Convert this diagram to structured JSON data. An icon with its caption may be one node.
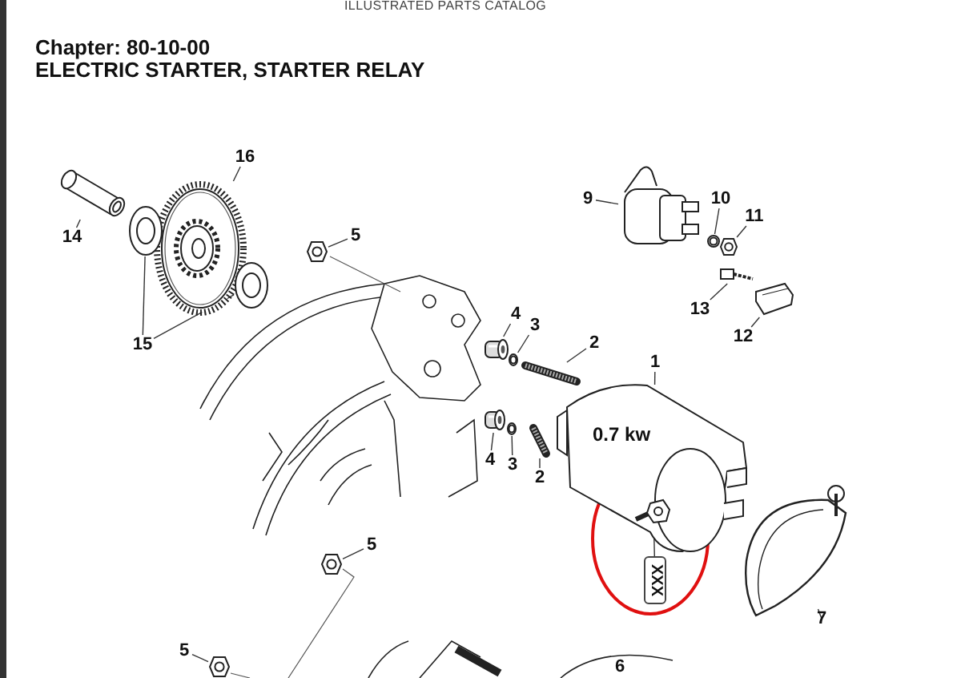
{
  "diagram": {
    "title": "ELECTRIC STARTER, STARTER RELAY",
    "nodes": [
      {
        "text": [
          "16"
        ]
      },
      {
        "text": [],
        "shape": "picture"
      },
      {
        "text": [
          "14"
        ]
      },
      {
        "text": [],
        "shape": "picture"
      },
      {
        "text": [],
        "shape": "picture"
      },
      {
        "text": [],
        "shape": "picture"
      },
      {
        "text": [
          "15"
        ]
      },
      {
        "text": [
          "5"
        ]
      },
      {
        "text": [],
        "shape": "picture"
      },
      {
        "text": [
          "9"
        ]
      },
      {
        "text": [],
        "shape": "picture"
      },
      {
        "text": [
          "10"
        ]
      },
      {
        "text": [],
        "shape": "picture"
      },
      {
        "text": [
          "11"
        ]
      },
      {
        "text": [],
        "shape": "picture"
      },
      {
        "text": [
          "13"
        ]
      },
      {
        "text": [],
        "shape": "picture"
      },
      {
        "text": [
          "12"
        ]
      },
      {
        "text": [],
        "shape": "picture"
      },
      {
        "text": [
          "4"
        ]
      },
      {
        "text": [],
        "shape": "picture"
      },
      {
        "text": [
          "3"
        ]
      },
      {
        "text": [],
        "shape": "picture"
      },
      {
        "text": [
          "2"
        ]
      },
      {
        "text": [],
        "shape": "picture"
      },
      {
        "text": [
          "1"
        ]
      },
      {
        "text": [
          "0.7 kw"
        ]
      },
      {
        "text": [],
        "shape": "picture"
      },
      {
        "text": [],
        "shape": "picture"
      },
      {
        "text": [],
        "shape": "picture"
      },
      {
        "text": [
          "4"
        ]
      },
      {
        "text": [
          "3"
        ]
      },
      {
        "text": [
          "2"
        ]
      },
      {
        "text": [],
        "shape": "picture",
        "in": 26
      },
      {
        "text": [
          "XXX"
        ]
      },
      {
        "text": [],
        "shape": "picture"
      },
      {
        "text": [
          "7"
        ]
      },
      {
        "text": [
          "5"
        ]
      },
      {
        "text": [],
        "shape": "picture"
      },
      {
        "text": [
          "5"
        ]
      },
      {
        "text": [],
        "shape": "picture"
      }
    ],
    "edges": [
      {
        "from": 0,
        "to": 1,
        "arrow": "none"
      },
      {
        "from": 2,
        "to": 3,
        "arrow": "none"
      },
      {
        "from": 6,
        "to": 4,
        "arrow": "none"
      },
      {
        "from": 6,
        "to": 5,
        "arrow": "none"
      },
      {
        "from": 7,
        "to": 8,
        "arrow": "none"
      },
      {
        "from": 9,
        "to": 10,
        "arrow": "none"
      },
      {
        "from": 11,
        "to": 12,
        "arrow": "none"
      },
      {
        "from": 13,
        "to": 14,
        "arrow": "none"
      },
      {
        "from": 15,
        "to": 16,
        "arrow": "none"
      },
      {
        "from": 17,
        "to": 18,
        "arrow": "none"
      },
      {
        "from": 19,
        "to": 20,
        "arrow": "none"
      },
      {
        "from": 21,
        "to": 22,
        "arrow": "none"
      },
      {
        "from": 23,
        "to": 24,
        "arrow": "none"
      },
      {
        "from": 25,
        "to": 26,
        "arrow": "none"
      },
      {
        "from": 30,
        "to": 27,
        "arrow": "none"
      },
      {
        "from": 31,
        "to": 28,
        "arrow": "none"
      },
      {
        "from": 32,
        "to": 29,
        "arrow": "none"
      },
      {
        "from": 34,
        "to": 33,
        "arrow": "none"
      },
      {
        "from": 36,
        "to": 35,
        "arrow": "none"
      },
      {
        "from": 37,
        "to": 38,
        "arrow": "none"
      },
      {
        "from": 39,
        "to": 40,
        "arrow": "none"
      }
    ],
    "labels": [
      "ILLUSTRATED PARTS CATALOG",
      "Chapter: 80-10-00",
      "6"
    ]
  }
}
